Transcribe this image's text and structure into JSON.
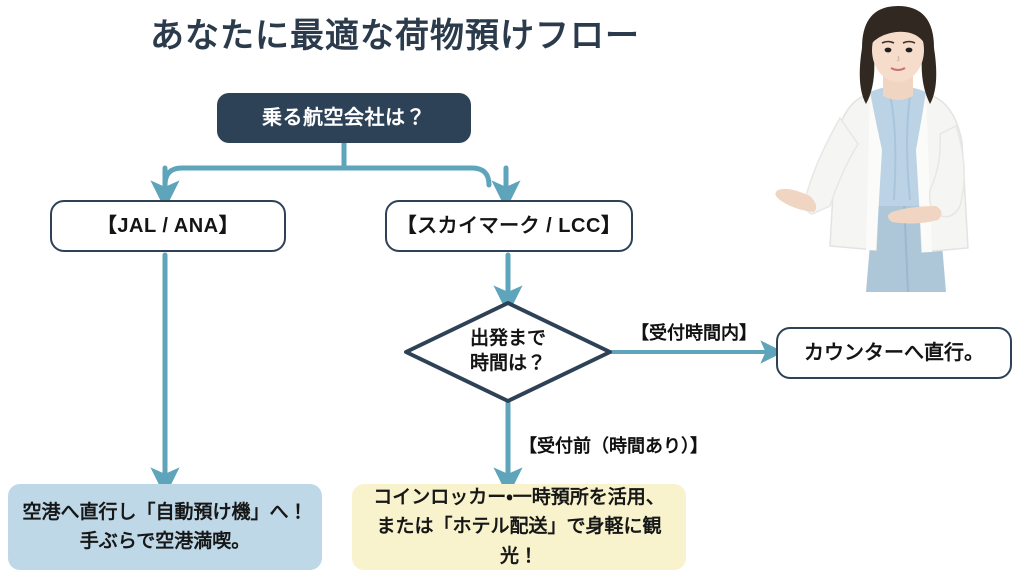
{
  "page": {
    "title": "あなたに最適な荷物預けフロー",
    "background_color": "#ffffff"
  },
  "colors": {
    "root_fill": "#2e4257",
    "node_border": "#2e4257",
    "connector": "#5ea4ba",
    "outcome_blue": "#bed8e8",
    "outcome_yellow": "#f8f3cc",
    "title_text": "#2b3b4c"
  },
  "flow": {
    "root": {
      "label": "乗る航空会社は？",
      "type": "decision-start"
    },
    "branches": [
      {
        "label": "【JAL / ANA】",
        "type": "option"
      },
      {
        "label": "【スカイマーク / LCC】",
        "type": "option"
      }
    ],
    "decision": {
      "label_line1": "出発まで",
      "label_line2": "時間は？",
      "type": "diamond"
    },
    "edge_labels": [
      {
        "label": "【受付時間内】",
        "from": "decision",
        "to": "counter"
      },
      {
        "label": "【受付前（時間あり）】",
        "from": "decision",
        "to": "locker"
      }
    ],
    "results": [
      {
        "id": "counter",
        "label": "カウンターへ直行。",
        "style": "outline"
      },
      {
        "id": "jal-outcome",
        "line1": "空港へ直行し「自動預け機」へ！",
        "line2": "手ぶらで空港満喫。",
        "style": "blue"
      },
      {
        "id": "locker",
        "line1": "コインロッカー・一時預所を活用、",
        "line2": "または「ホテル配送」で身軽に観光！",
        "style": "yellow"
      }
    ]
  },
  "presenter": {
    "alt": "presenting-woman-photo",
    "jacket_color": "#f4f5f3",
    "blouse_color": "#bcd3e6",
    "pants_color": "#aec7d8",
    "hair_color": "#312821",
    "skin_color": "#f0d5c2"
  }
}
